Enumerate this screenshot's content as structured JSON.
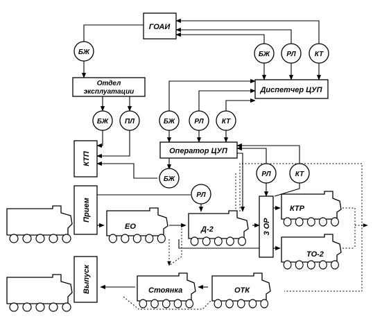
{
  "boxes": {
    "goai": "ГОАИ",
    "otdel_line1": "Отдел",
    "otdel_line2": "эксплуатации",
    "dispatcher": "Диспетчер ЦУП",
    "operator": "Оператор ЦУП",
    "ktp": "КТП",
    "priem": "Прием",
    "vypusk": "Выпуск",
    "zor": "3 ОР"
  },
  "circles": {
    "bzh_goai": "БЖ",
    "bzh_disp": "БЖ",
    "rl_disp": "РЛ",
    "kt_disp": "КТ",
    "bzh_otdel": "БЖ",
    "pl_otdel": "ПЛ",
    "bzh_oper_in": "БЖ",
    "rl_oper_in": "РЛ",
    "kt_oper_in": "КТ",
    "bzh_oper_out": "БЖ",
    "rl_priem": "РЛ",
    "rl_zor": "РЛ",
    "kt_zor": "КТ"
  },
  "vehicles": {
    "eo": "ЕО",
    "d2": "Д-2",
    "ktr": "КТР",
    "to2": "ТО-2",
    "stoyanka": "Стоянка",
    "otk": "ОТК"
  }
}
